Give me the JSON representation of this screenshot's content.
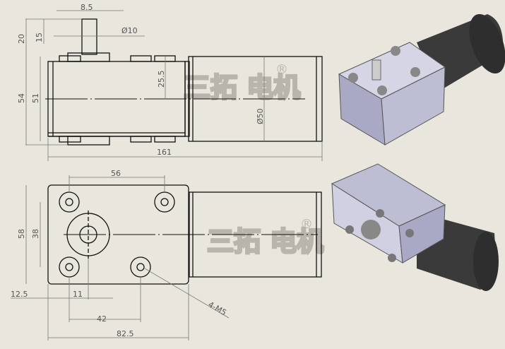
{
  "top_view": {
    "dims": {
      "shaft_offset": "8.5",
      "shaft_dia": "Ø10",
      "height_20": "20",
      "height_15": "15",
      "height_54": "54",
      "height_51": "51",
      "half_25_5": "25.5",
      "motor_dia": "Ø50",
      "length": "161"
    }
  },
  "bottom_view": {
    "dims": {
      "hole_span_top": "56",
      "plate_height": "58",
      "hole_span_v": "38",
      "offset_12_5": "12.5",
      "offset_11": "11",
      "hole_span_bottom": "42",
      "plate_width": "82.5",
      "thread": "4-M5"
    }
  },
  "watermark": {
    "text": "三拓 电机",
    "registered": "®"
  },
  "colors": {
    "background": "#e9e6dd",
    "motor": "#3a3a3a",
    "gearbox": "#b9b8d0"
  }
}
